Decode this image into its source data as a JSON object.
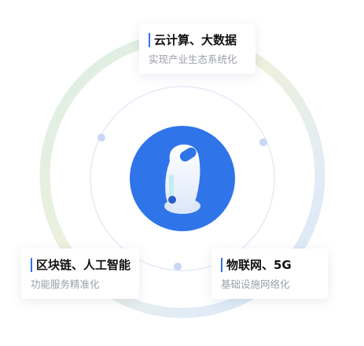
{
  "features": [
    {
      "title": "云计算、大数据",
      "description": "实现产业生态系统化"
    },
    {
      "title": "区块链、人工智能",
      "description": "功能服务精准化"
    },
    {
      "title": "物联网、5G",
      "description": "基础设施网络化"
    }
  ],
  "colors": {
    "accent": "#2f74e8",
    "center_circle": "#2f74e8",
    "outer_ring_green": "#dbeee6",
    "outer_ring_yellow": "#efeed8",
    "outer_ring_blue": "#dde8f6",
    "inner_ring": "#e6eaf7",
    "node_dot": "#c9d6f6"
  },
  "icons": {
    "center": "robot-icon"
  }
}
